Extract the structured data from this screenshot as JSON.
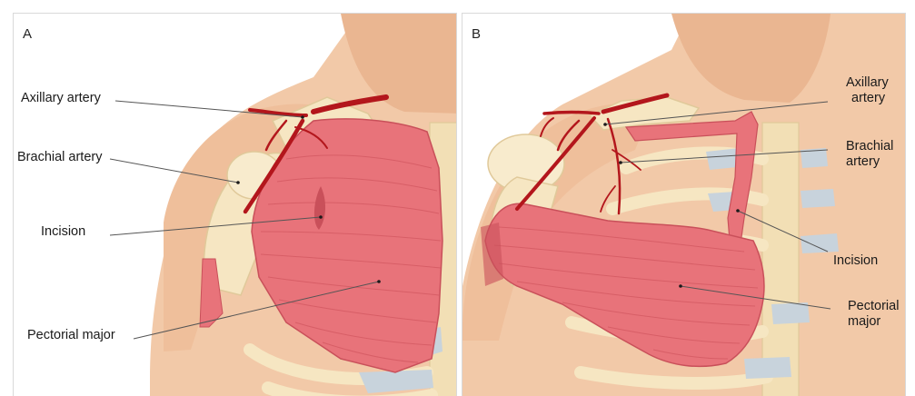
{
  "panels": [
    {
      "letter": "A",
      "labels": {
        "axillary": "Axillary artery",
        "brachial": "Brachial artery",
        "incision": "Incision",
        "pectoral": "Pectorial major"
      }
    },
    {
      "letter": "B",
      "labels": {
        "axillary_line1": "Axillary",
        "axillary_line2": "artery",
        "brachial_line1": "Brachial",
        "brachial_line2": "artery",
        "incision": "Incision",
        "pectoral_line1": "Pectorial",
        "pectoral_line2": "major"
      }
    }
  ],
  "colors": {
    "skin": "#f2c9a8",
    "skin_shadow": "#e3ae88",
    "bone": "#f6e6c2",
    "bone_edge": "#e0c99a",
    "cartilage": "#c8d3dc",
    "muscle": "#e8737a",
    "muscle_dark": "#c9505a",
    "artery": "#b3161c",
    "leader": "#555555"
  }
}
